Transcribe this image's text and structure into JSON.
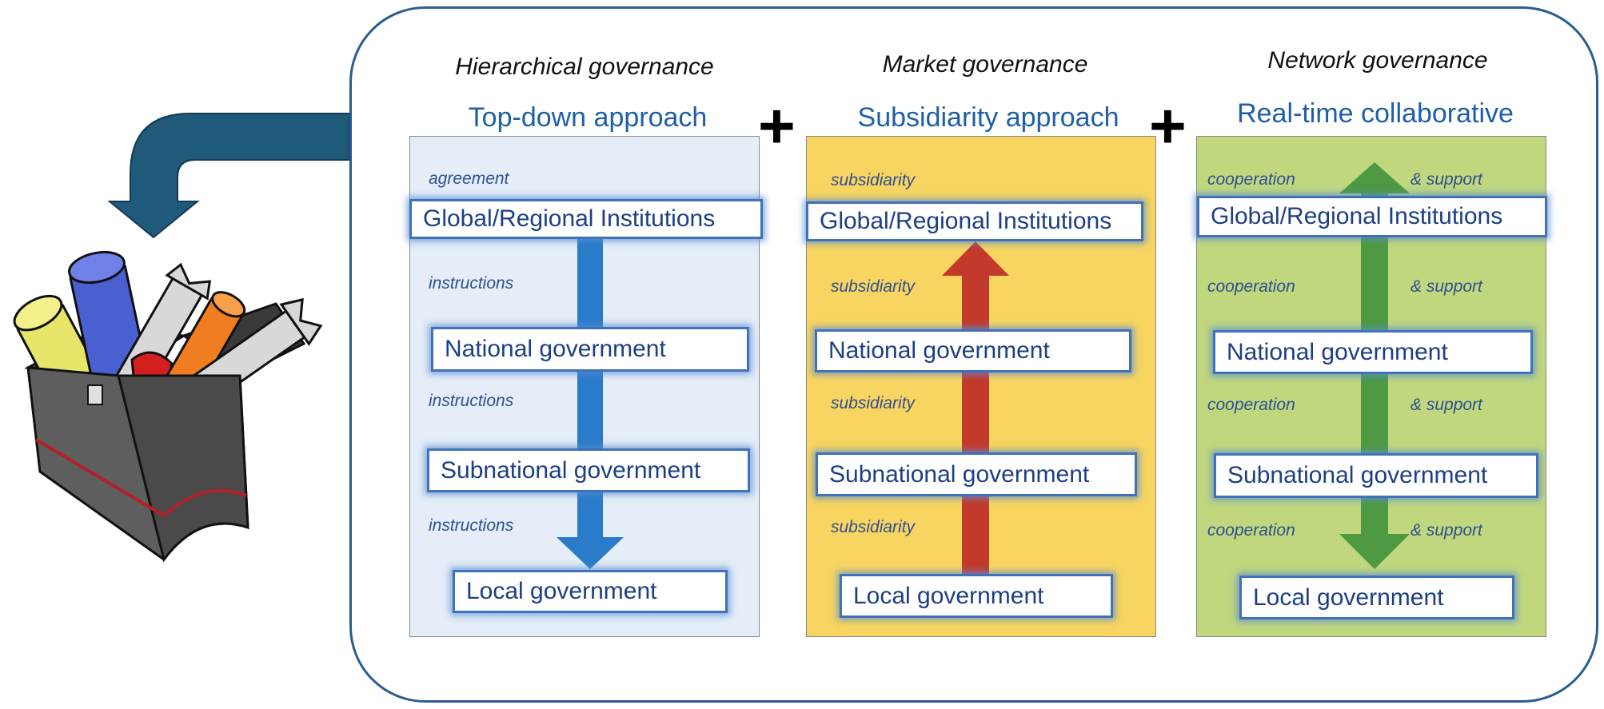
{
  "colors": {
    "frame": "#2a5d8f",
    "hierarchical_panel": "#e4edf8",
    "market_panel": "#f8d560",
    "network_panel": "#c0d77e",
    "down_arrow": "#2a7bc9",
    "up_arrow": "#c33a2c",
    "both_arrow": "#4e9a42",
    "curved_arrow": "#1f5a7a"
  },
  "icons": {
    "curved_arrow": "curved-arrow-icon",
    "toolbox": "toolbox-icon"
  },
  "columns": [
    {
      "heading": "Hierarchical governance",
      "approach": "Top-down approach",
      "labels": [
        "agreement",
        "instructions",
        "instructions",
        "instructions"
      ],
      "levels": [
        "Global/Regional Institutions",
        "National government",
        "Subnational government",
        "Local government"
      ],
      "flow": "down"
    },
    {
      "heading": "Market governance",
      "approach": "Subsidiarity approach",
      "labels": [
        "subsidiarity",
        "subsidiarity",
        "subsidiarity",
        "subsidiarity"
      ],
      "levels": [
        "Global/Regional Institutions",
        "National government",
        "Subnational government",
        "Local government"
      ],
      "flow": "up"
    },
    {
      "heading": "Network governance",
      "approach": "Real-time collaborative",
      "labels_left": [
        "cooperation",
        "cooperation",
        "cooperation",
        "cooperation"
      ],
      "labels_right": [
        "& support",
        "& support",
        "& support",
        "& support"
      ],
      "levels": [
        "Global/Regional Institutions",
        "National government",
        "Subnational government",
        "Local government"
      ],
      "flow": "both"
    }
  ],
  "connectors": [
    "+",
    "+"
  ]
}
